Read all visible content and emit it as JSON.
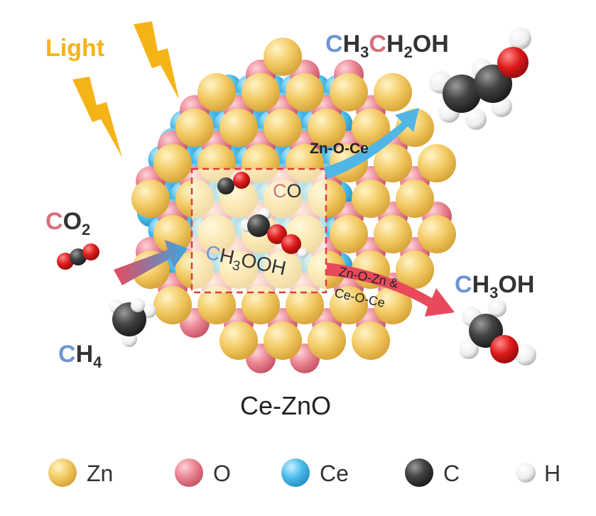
{
  "light_label": "Light",
  "catalyst_label": "Ce-ZnO",
  "reactants": {
    "co2": {
      "prefix": "C",
      "main": "O",
      "sub": "2"
    },
    "ch4": {
      "prefix": "C",
      "main": "H",
      "sub": "4"
    }
  },
  "intermediates": {
    "co": {
      "prefix": "C",
      "main": "O"
    },
    "ch3ooh": {
      "prefix": "C",
      "main": "H",
      "sub": "3",
      "tail": "OOH"
    }
  },
  "site_labels": {
    "ethanol_path": "Zn-O-Ce",
    "methanol_path_line1": "Zn-O-Zn &",
    "methanol_path_line2": "Ce-O-Ce"
  },
  "products": {
    "ethanol": {
      "c1": "C",
      "h3": "H",
      "sub3": "3",
      "c2": "C",
      "h2": "H",
      "sub2": "2",
      "oh": "OH"
    },
    "methanol": {
      "prefix": "C",
      "main": "H",
      "sub": "3",
      "tail": "OH"
    }
  },
  "legend": [
    {
      "label": "Zn",
      "color": "#f2c65a",
      "icon": "zn-atom-icon"
    },
    {
      "label": "O",
      "color": "#e8788a",
      "icon": "o-atom-icon"
    },
    {
      "label": "Ce",
      "color": "#3fb4e5",
      "icon": "ce-atom-icon"
    },
    {
      "label": "C",
      "color": "#3a3a3a",
      "icon": "c-atom-icon"
    },
    {
      "label": "H",
      "color": "#f4f4f4",
      "icon": "h-atom-icon"
    }
  ],
  "colors": {
    "light": "#f5b416",
    "carbon_prefix": "#6e95d2",
    "oxygen_prefix": "#d7707c",
    "text": "#333333",
    "arrow_ethanol": "#4fb6e6",
    "arrow_methanol": "#e8495c",
    "box_dash": "#e03b3b"
  }
}
